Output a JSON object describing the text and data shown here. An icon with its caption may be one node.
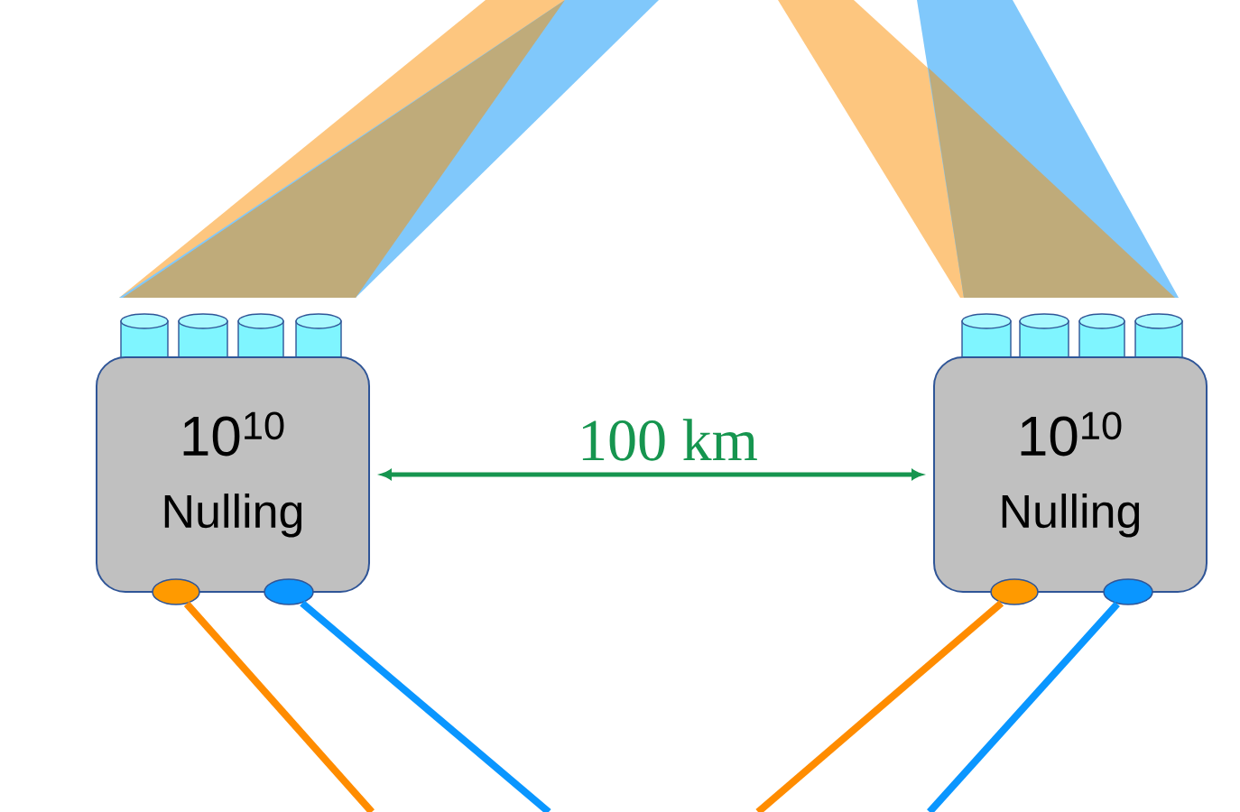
{
  "diagram": {
    "nodes": [
      {
        "text": [
          "10$^{10}$",
          "Nulling"
        ]
      },
      {
        "text": [
          "10$^{10}$",
          "Nulling"
        ]
      },
      {
        "text": [],
        "shape": "ellipse"
      },
      {
        "text": [],
        "shape": "ellipse"
      },
      {
        "text": [],
        "shape": "ellipse"
      },
      {
        "text": [],
        "shape": "ellipse"
      }
    ],
    "edges": [
      {
        "from": 0,
        "to": 1,
        "arrow": "both",
        "label": "100 km",
        "color": "#16954f"
      },
      {
        "from": 2,
        "to": null,
        "arrow": "none",
        "color": "#ff8c00"
      },
      {
        "from": 3,
        "to": null,
        "arrow": "none",
        "color": "#0a96ff"
      },
      {
        "from": 4,
        "to": null,
        "arrow": "none",
        "color": "#ff8c00"
      },
      {
        "from": 5,
        "to": null,
        "arrow": "none",
        "color": "#0a96ff"
      }
    ]
  }
}
